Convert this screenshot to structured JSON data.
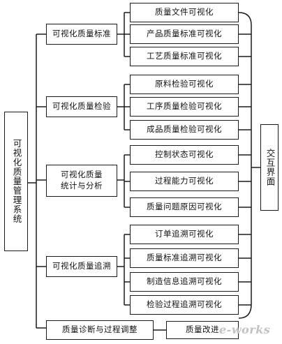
{
  "diagram": {
    "root": "可视化质量管理系统",
    "categories": [
      {
        "label": "可视化质量标准",
        "items": [
          "质量文件可视化",
          "产品质量标准可视化",
          "工艺质量标准可视化"
        ]
      },
      {
        "label": "可视化质量检验",
        "items": [
          "原料检验可视化",
          "工序质量检验可视化",
          "成品质量检验可视化"
        ]
      },
      {
        "label": "可视化质量\n统计与分析",
        "items": [
          "控制状态可视化",
          "过程能力可视化",
          "质量问题原因可视化"
        ]
      },
      {
        "label": "可视化质量追溯",
        "items": [
          "订单追溯可视化",
          "质量标准追溯可视化",
          "制造信息追溯可视化",
          "检验过程追溯可视化"
        ]
      },
      {
        "label": "质量诊断与过程调整",
        "items": [
          "质量改进"
        ]
      }
    ],
    "interface": "交互界面"
  },
  "watermark": "e-works"
}
